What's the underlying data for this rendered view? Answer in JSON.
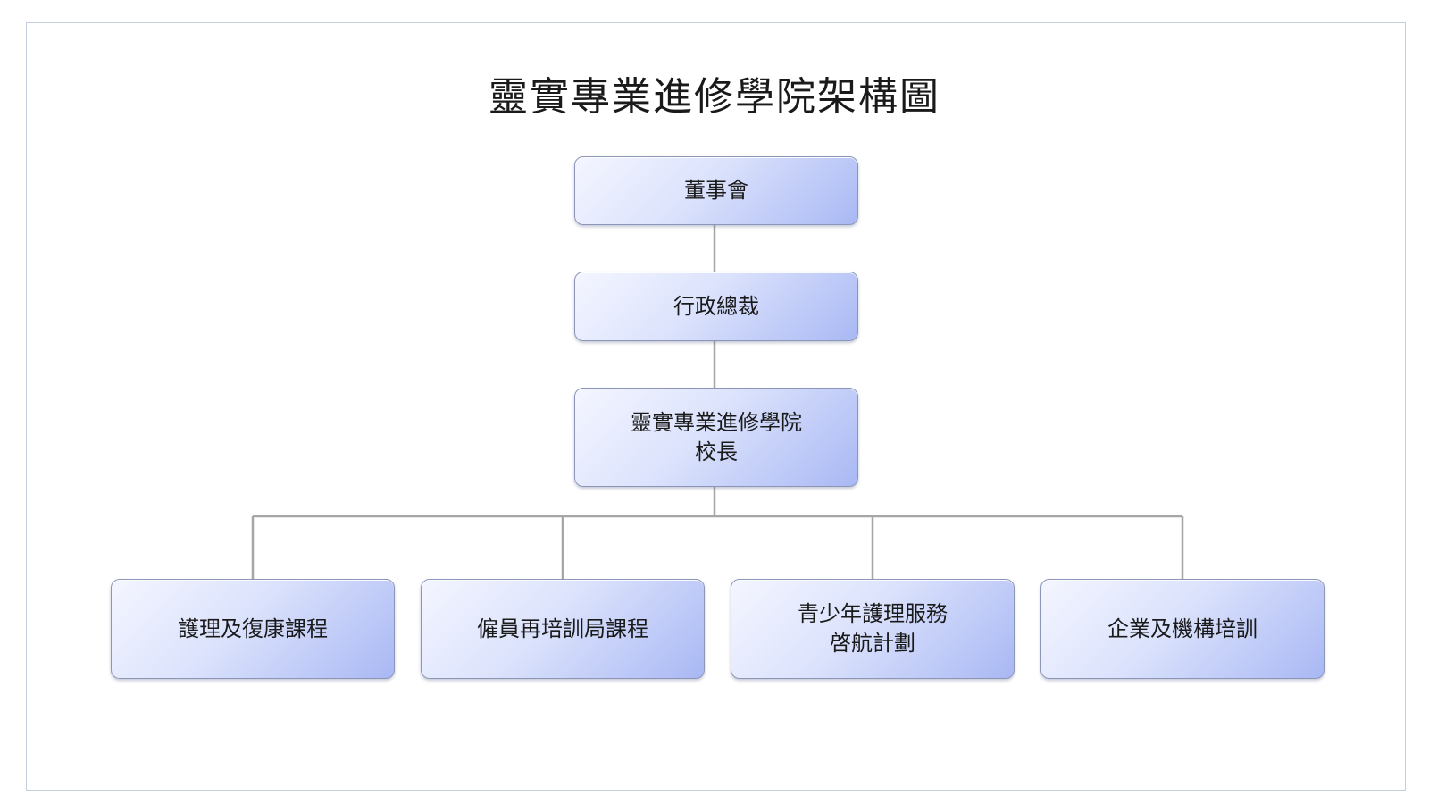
{
  "diagram": {
    "title": "靈實專業進修學院架構圖",
    "nodes": {
      "board": {
        "lines": [
          "董事會"
        ]
      },
      "ceo": {
        "lines": [
          "行政總裁"
        ]
      },
      "principal": {
        "lines": [
          "靈實專業進修學院",
          "校長"
        ]
      },
      "branch1": {
        "lines": [
          "護理及復康課程"
        ]
      },
      "branch2": {
        "lines": [
          "僱員再培訓局課程"
        ]
      },
      "branch3": {
        "lines": [
          "青少年護理服務",
          "啓航計劃"
        ]
      },
      "branch4": {
        "lines": [
          "企業及機構培訓"
        ]
      }
    },
    "colors": {
      "node_border": "#8c96b8",
      "node_fill_light": "#f4f6ff",
      "node_fill_dark": "#a9b8f4",
      "connector": "#a6a6a6",
      "frame_border": "#c3cfdb"
    }
  }
}
